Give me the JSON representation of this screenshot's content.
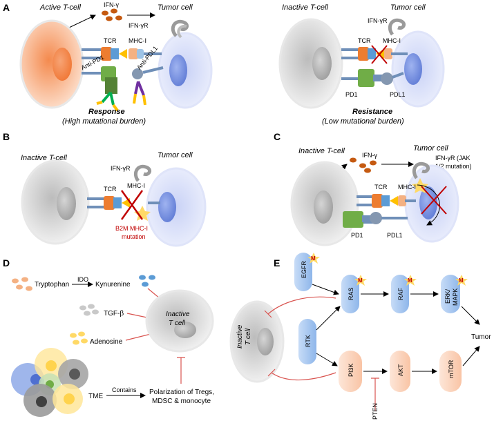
{
  "panels": {
    "A": {
      "letter": "A",
      "left_cell": "Active T-cell",
      "right_cell": "Tumor cell",
      "ifng": "IFN-γ",
      "ifngr": "IFN-γR",
      "tcr": "TCR",
      "mhc": "MHC-I",
      "anti_pd1": "Anti-PD1",
      "anti_pdl1": "Anti-PDL1",
      "outcome": "Response",
      "outcome_sub": "(High mutational burden)",
      "right_left_cell": "Inactive T-cell",
      "right_tumor": "Tumor cell",
      "right_ifngr": "IFN-γR",
      "right_tcr": "TCR",
      "right_mhc": "MHC-I",
      "right_pd1": "PD1",
      "right_pdl1": "PDL1",
      "right_outcome": "Resistance",
      "right_outcome_sub": "(Low mutational burden)"
    },
    "B": {
      "letter": "B",
      "left_cell": "Inactive T-cell",
      "right_cell": "Tumor cell",
      "ifngr": "IFN-γR",
      "tcr": "TCR",
      "mhc": "MHC-I",
      "mutation_line1": "B2M MHC-I",
      "mutation_line2": "mutation"
    },
    "C": {
      "letter": "C",
      "left_cell": "Inactive T-cell",
      "right_cell": "Tumor cell",
      "ifng": "IFN-γ",
      "ifngr_line1": "IFN-γR (JAK",
      "ifngr_line2": "1/2 mutation)",
      "tcr": "TCR",
      "mhc": "MHC-I",
      "pd1": "PD1",
      "pdl1": "PDL1"
    },
    "D": {
      "letter": "D",
      "tryptophan": "Tryptophan",
      "ido": "IDO",
      "kynurenine": "Kynurenine",
      "tgfb": "TGF-β",
      "adenosine": "Adenosine",
      "cell_line1": "Inactive",
      "cell_line2": "T cell",
      "tme": "TME",
      "contains": "Contains",
      "polar_line1": "Polarization of Tregs,",
      "polar_line2": "MDSC & monocyte"
    },
    "E": {
      "letter": "E",
      "egfr": "EGFR",
      "ras": "RAS",
      "raf": "RAF",
      "erk_line1": "ERK/",
      "erk_line2": "MAPK",
      "rtk": "RTK",
      "pi3k": "PI3K",
      "akt": "AKT",
      "mtor": "mTOR",
      "tumor": "Tumor",
      "pten": "PTEN",
      "cell_line1": "Inactive",
      "cell_line2": "T cell",
      "mutation_mark": "M"
    }
  },
  "colors": {
    "active_tcell": "#f7a97c",
    "inactive_tcell": "#d9d9d9",
    "tumor_cell": "#b7c3f2",
    "tumor_nucleus": "#7f96e0",
    "inhibition_red": "#d9534f",
    "mutation_red": "#c00000",
    "receptor_blue": "#a9c8ef",
    "pathway_orange": "#fbd3bd",
    "pd1_green": "#5b8f3a"
  }
}
